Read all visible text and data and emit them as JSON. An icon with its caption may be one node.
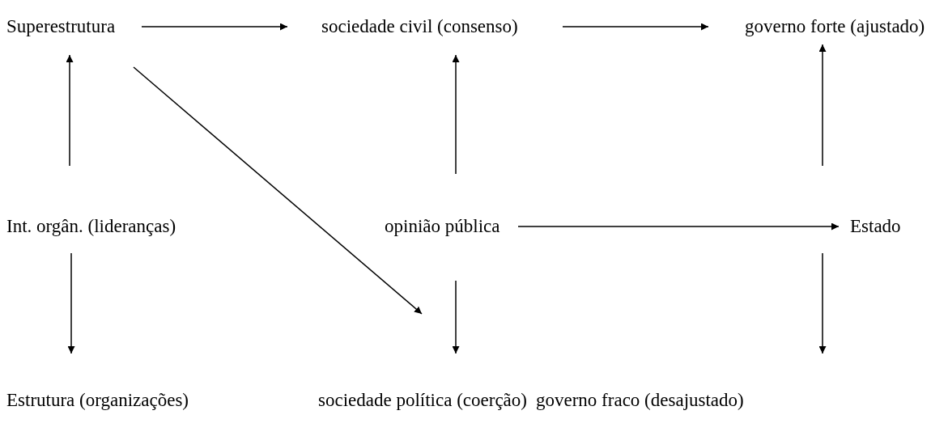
{
  "diagram": {
    "nodes": [
      {
        "text": [
          "Superestrutura"
        ]
      },
      {
        "text": [
          "sociedade civil (consenso)"
        ]
      },
      {
        "text": [
          "governo forte (ajustado)"
        ]
      },
      {
        "text": [
          "Int. orgân. (lideranças)"
        ]
      },
      {
        "text": [
          "opinião pública"
        ]
      },
      {
        "text": [
          "Estado"
        ]
      },
      {
        "text": [
          "Estrutura (organizações)"
        ]
      },
      {
        "text": [
          "sociedade política (coerção)"
        ]
      },
      {
        "text": [
          "governo fraco (desajustado)"
        ]
      }
    ],
    "edges": [
      {
        "from": 0,
        "to": 1,
        "arrow": "to"
      },
      {
        "from": 1,
        "to": 2,
        "arrow": "to"
      },
      {
        "from": 3,
        "to": 0,
        "arrow": "to"
      },
      {
        "from": 0,
        "to": 7,
        "arrow": "to"
      },
      {
        "from": 4,
        "to": 1,
        "arrow": "to"
      },
      {
        "from": 4,
        "to": 5,
        "arrow": "to"
      },
      {
        "from": 5,
        "to": 2,
        "arrow": "to"
      },
      {
        "from": 3,
        "to": 6,
        "arrow": "to"
      },
      {
        "from": 4,
        "to": 7,
        "arrow": "to"
      },
      {
        "from": 5,
        "to": null,
        "arrow": "to"
      }
    ]
  }
}
